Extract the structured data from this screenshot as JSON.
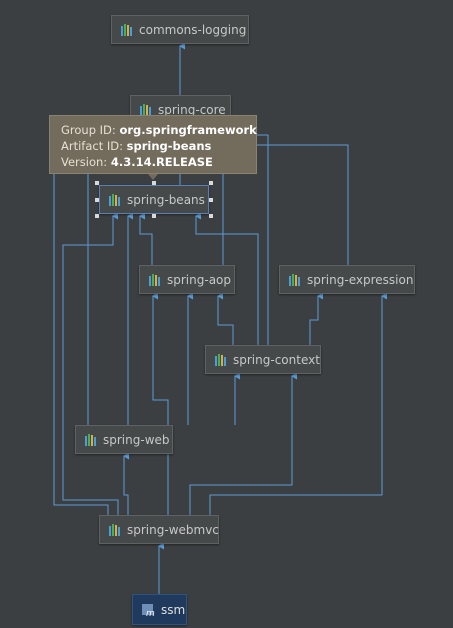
{
  "graph": {
    "nodes": [
      {
        "id": "commons-logging",
        "label": "commons-logging",
        "type": "library"
      },
      {
        "id": "spring-core",
        "label": "spring-core",
        "type": "library"
      },
      {
        "id": "spring-beans",
        "label": "spring-beans",
        "type": "library",
        "selected": true
      },
      {
        "id": "spring-aop",
        "label": "spring-aop",
        "type": "library"
      },
      {
        "id": "spring-expression",
        "label": "spring-expression",
        "type": "library"
      },
      {
        "id": "spring-context",
        "label": "spring-context",
        "type": "library"
      },
      {
        "id": "spring-web",
        "label": "spring-web",
        "type": "library"
      },
      {
        "id": "spring-webmvc",
        "label": "spring-webmvc",
        "type": "library"
      },
      {
        "id": "ssm",
        "label": "ssm",
        "type": "module"
      }
    ],
    "edges": [
      {
        "from": "spring-core",
        "to": "commons-logging"
      },
      {
        "from": "spring-beans",
        "to": "spring-core"
      },
      {
        "from": "spring-aop",
        "to": "spring-beans"
      },
      {
        "from": "spring-aop",
        "to": "spring-core"
      },
      {
        "from": "spring-expression",
        "to": "spring-core"
      },
      {
        "from": "spring-context",
        "to": "spring-aop"
      },
      {
        "from": "spring-context",
        "to": "spring-beans"
      },
      {
        "from": "spring-context",
        "to": "spring-core"
      },
      {
        "from": "spring-context",
        "to": "spring-expression"
      },
      {
        "from": "spring-web",
        "to": "spring-aop"
      },
      {
        "from": "spring-web",
        "to": "spring-beans"
      },
      {
        "from": "spring-web",
        "to": "spring-context"
      },
      {
        "from": "spring-web",
        "to": "spring-core"
      },
      {
        "from": "spring-webmvc",
        "to": "spring-web"
      },
      {
        "from": "spring-webmvc",
        "to": "spring-context"
      },
      {
        "from": "spring-webmvc",
        "to": "spring-aop"
      },
      {
        "from": "spring-webmvc",
        "to": "spring-beans"
      },
      {
        "from": "spring-webmvc",
        "to": "spring-core"
      },
      {
        "from": "spring-webmvc",
        "to": "spring-expression"
      },
      {
        "from": "ssm",
        "to": "spring-webmvc"
      }
    ]
  },
  "tooltip": {
    "group_label": "Group ID:",
    "group_value": "org.springframework",
    "artifact_label": "Artifact ID:",
    "artifact_value": "spring-beans",
    "version_label": "Version:",
    "version_value": "4.3.14.RELEASE"
  },
  "colors": {
    "background": "#3c3f41",
    "node_fill": "#45494a",
    "edge": "#5b9bd5",
    "tooltip": "#736b5c",
    "root_fill": "#1f3a5c",
    "icon_bars": [
      "#4a9fd6",
      "#4aae5a",
      "#d8b04a",
      "#4a9fd6"
    ]
  },
  "icons": {
    "library": "maven-library-icon",
    "module": "maven-module-icon"
  }
}
